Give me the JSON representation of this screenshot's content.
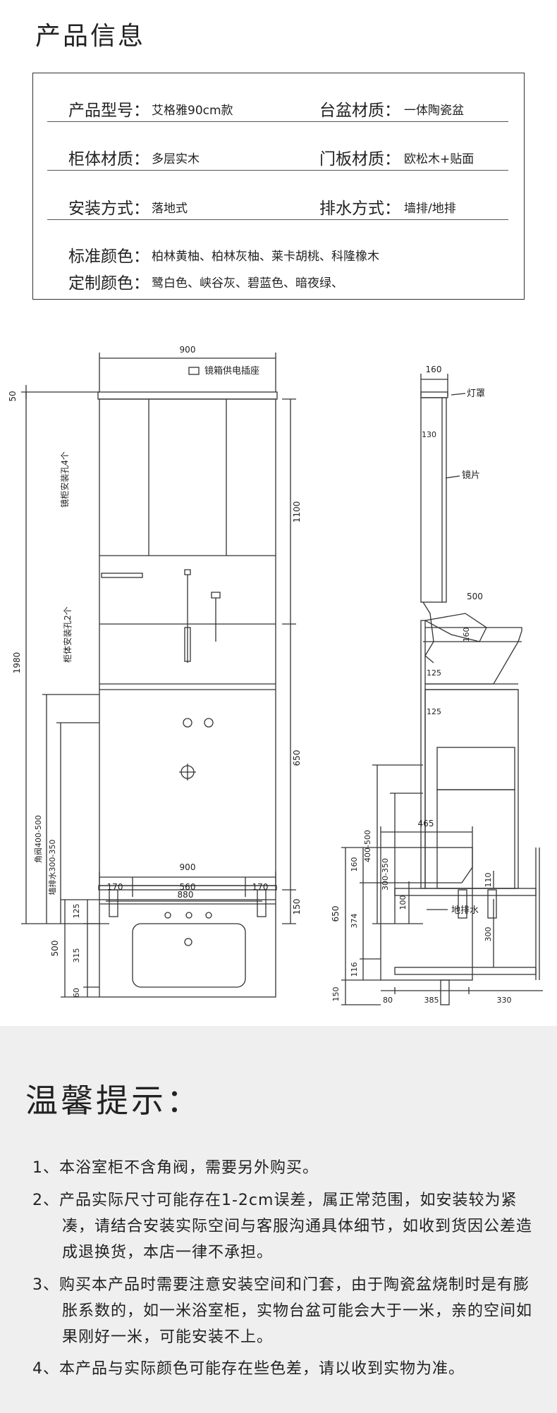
{
  "title": "产品信息",
  "specs": [
    {
      "label": "产品型号：",
      "value": "艾格雅90cm款"
    },
    {
      "label": "台盆材质：",
      "value": "一体陶瓷盆"
    },
    {
      "label": "柜体材质：",
      "value": "多层实木"
    },
    {
      "label": "门板材质：",
      "value": "欧松木+贴面"
    },
    {
      "label": "安装方式：",
      "value": "落地式"
    },
    {
      "label": "排水方式：",
      "value": "墙排/地排"
    },
    {
      "label": "标准颜色：",
      "value": "柏林黄柚、柏林灰柚、莱卡胡桃、科隆橡木"
    },
    {
      "label": "定制颜色：",
      "value": "鹭白色、峡谷灰、碧蓝色、暗夜绿、"
    }
  ],
  "drawing": {
    "front": {
      "width_top": "900",
      "h_top": "50",
      "h_total": "1980",
      "h_mirror": "1100",
      "h_cabinet": "650",
      "h_leg": "150",
      "width_bottom": "880",
      "socket_label": "镜箱供电插座",
      "note_mirror_holes": "镜柜安装孔4个",
      "note_cabinet_holes": "柜体安装孔2个",
      "note_valve": "角阀400-500",
      "note_wall_drain": "墙排水300-350"
    },
    "side": {
      "depth_top": "160",
      "lamp": "灯罩",
      "mirror": "镜片",
      "d130": "130",
      "basin_depth": "500",
      "d160": "160",
      "d125a": "125",
      "d125b": "125",
      "h400_500": "400-500",
      "h300_350": "300-350",
      "h100": "100",
      "floor_drain": "地排水"
    },
    "plan": {
      "width": "900",
      "w170a": "170",
      "w560": "560",
      "w170b": "170",
      "depth": "500",
      "d125": "125",
      "d315": "315",
      "d60": "60"
    },
    "section": {
      "depth": "465",
      "h650": "650",
      "h160": "160",
      "h374": "374",
      "h116": "116",
      "h150": "150",
      "h110": "110",
      "h300": "300",
      "w80": "80",
      "w385": "385",
      "w330": "330"
    }
  },
  "tips_title": "温馨提示：",
  "tips": [
    "1、本浴室柜不含角阀，需要另外购买。",
    "2、产品实际尺寸可能存在1-2cm误差，属正常范围，如安装较为紧凑，请结合安装实际空间与客服沟通具体细节，如收到货因公差造成退换货，本店一律不承担。",
    "3、购买本产品时需要注意安装空间和门套，由于陶瓷盆烧制时是有膨胀系数的，如一米浴室柜，实物台盆可能会大于一米，亲的空间如果刚好一米，可能安装不上。",
    "4、本产品与实际颜色可能存在些色差，请以收到实物为准。"
  ]
}
